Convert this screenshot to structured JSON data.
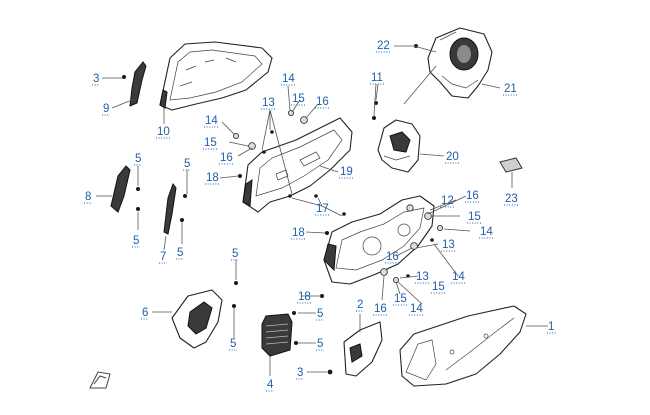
{
  "callouts": [
    {
      "id": "c1",
      "text": "1"
    },
    {
      "id": "c2",
      "text": "2"
    },
    {
      "id": "c3a",
      "text": "3"
    },
    {
      "id": "c3b",
      "text": "3"
    },
    {
      "id": "c4",
      "text": "4"
    },
    {
      "id": "c5a",
      "text": "5"
    },
    {
      "id": "c5b",
      "text": "5"
    },
    {
      "id": "c5c",
      "text": "5"
    },
    {
      "id": "c5d",
      "text": "5"
    },
    {
      "id": "c5e",
      "text": "5"
    },
    {
      "id": "c5f",
      "text": "5"
    },
    {
      "id": "c5g",
      "text": "5"
    },
    {
      "id": "c5h",
      "text": "5"
    },
    {
      "id": "c6",
      "text": "6"
    },
    {
      "id": "c7",
      "text": "7"
    },
    {
      "id": "c8",
      "text": "8"
    },
    {
      "id": "c9",
      "text": "9"
    },
    {
      "id": "c10",
      "text": "10"
    },
    {
      "id": "c11",
      "text": "11"
    },
    {
      "id": "c12",
      "text": "12"
    },
    {
      "id": "c13a",
      "text": "13"
    },
    {
      "id": "c13b",
      "text": "13"
    },
    {
      "id": "c13c",
      "text": "13"
    },
    {
      "id": "c14a",
      "text": "14"
    },
    {
      "id": "c14b",
      "text": "14"
    },
    {
      "id": "c14c",
      "text": "14"
    },
    {
      "id": "c14d",
      "text": "14"
    },
    {
      "id": "c14e",
      "text": "14"
    },
    {
      "id": "c15a",
      "text": "15"
    },
    {
      "id": "c15b",
      "text": "15"
    },
    {
      "id": "c15c",
      "text": "15"
    },
    {
      "id": "c15d",
      "text": "15"
    },
    {
      "id": "c15e",
      "text": "15"
    },
    {
      "id": "c16a",
      "text": "16"
    },
    {
      "id": "c16b",
      "text": "16"
    },
    {
      "id": "c16c",
      "text": "16"
    },
    {
      "id": "c16d",
      "text": "16"
    },
    {
      "id": "c16e",
      "text": "16"
    },
    {
      "id": "c17",
      "text": "17"
    },
    {
      "id": "c18a",
      "text": "18"
    },
    {
      "id": "c18b",
      "text": "18"
    },
    {
      "id": "c18c",
      "text": "18"
    },
    {
      "id": "c19",
      "text": "19"
    },
    {
      "id": "c20",
      "text": "20"
    },
    {
      "id": "c21",
      "text": "21"
    },
    {
      "id": "c22",
      "text": "22"
    },
    {
      "id": "c23",
      "text": "23"
    }
  ],
  "icons": {
    "reference": "pdf-icon"
  }
}
